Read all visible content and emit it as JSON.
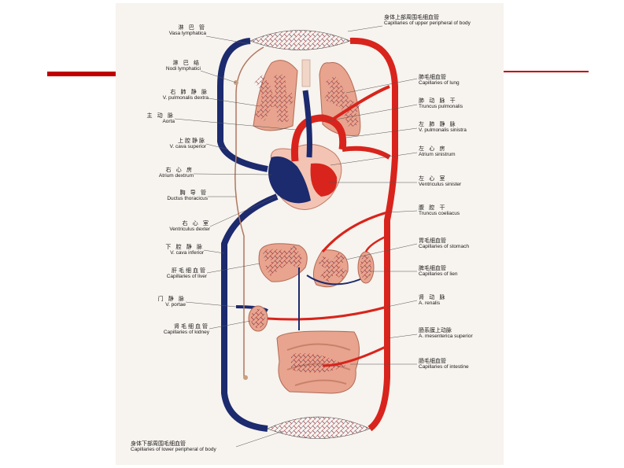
{
  "colors": {
    "artery": "#d8241c",
    "vein": "#1c2a6e",
    "lymph": "#b07860",
    "organ": "#e8a48e",
    "accent_line": "#c00000"
  },
  "labels": {
    "vasa_lymphatica": {
      "zh": "淋 巴 管",
      "la": "Vasa lymphatica"
    },
    "nodi_lymphatici": {
      "zh": "淋 巴 结",
      "la": "Nodi lymphatici"
    },
    "v_pulmonalis_dextra": {
      "zh": "右 肺 静 脉",
      "la": "V. pulmonalis dextra"
    },
    "aorta": {
      "zh": "主 动 脉",
      "la": "Aorta"
    },
    "v_cava_superior": {
      "zh": "上腔静脉",
      "la": "V. cava superior"
    },
    "atrium_dextrum": {
      "zh": "右 心 房",
      "la": "Atrium dextrum"
    },
    "ductus_thoracicus": {
      "zh": "胸 导 管",
      "la": "Ductus thoracicus"
    },
    "ventriculus_dexter": {
      "zh": "右 心 室",
      "la": "Ventriculus dexter"
    },
    "v_cava_inferior": {
      "zh": "下 腔 静 脉",
      "la": "V. cava inferior"
    },
    "capillaries_liver": {
      "zh": "肝毛细血管",
      "la": "Capillaries of liver"
    },
    "v_portae": {
      "zh": "门 静 脉",
      "la": "V. portae"
    },
    "capillaries_kidney": {
      "zh": "肾毛细血管",
      "la": "Capillaries of kidney"
    },
    "capillaries_upper": {
      "zh": "身体上部周围毛细血管",
      "la": "Capillaries of upper peripheral of body"
    },
    "capillaries_lung": {
      "zh": "肺毛细血管",
      "la": "Capillaries of lung"
    },
    "truncus_pulmonalis": {
      "zh": "肺 动 脉 干",
      "la": "Truncus pulmonalis"
    },
    "v_pulmonalis_sinistra": {
      "zh": "左 肺 静 脉",
      "la": "V. pulmonalis sinistra"
    },
    "atrium_sinistrum": {
      "zh": "左 心 房",
      "la": "Atrium sinistrum"
    },
    "ventriculus_sinister": {
      "zh": "左 心 室",
      "la": "Ventriculus sinister"
    },
    "truncus_coeliacus": {
      "zh": "腹 腔 干",
      "la": "Truncus coeliacus"
    },
    "capillaries_stomach": {
      "zh": "胃毛细血管",
      "la": "Capillaries of stomach"
    },
    "capillaries_lien": {
      "zh": "脾毛细血管",
      "la": "Capillaries of lien"
    },
    "a_renalis": {
      "zh": "肾 动 脉",
      "la": "A. renalis"
    },
    "a_mesenterica_superior": {
      "zh": "肠系膜上动脉",
      "la": "A. mesenterica superior"
    },
    "capillaries_intestine": {
      "zh": "肠毛细血管",
      "la": "Capillaries of intestine"
    },
    "capillaries_lower": {
      "zh": "身体下部周围毛细血管",
      "la": "Capillaries of lower peripheral of body"
    }
  }
}
